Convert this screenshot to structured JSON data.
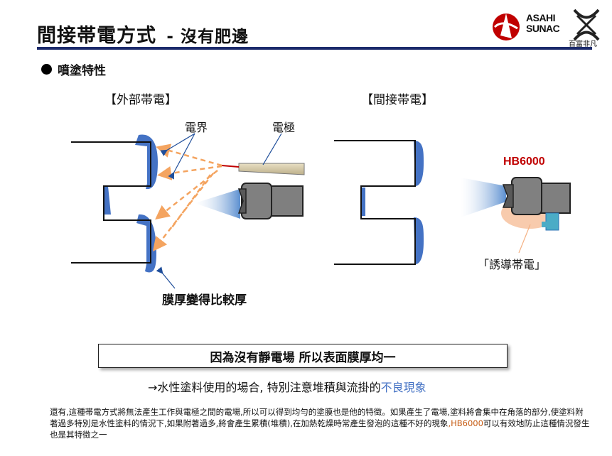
{
  "header": {
    "title": "間接帯電方式",
    "subtitle": "- 沒有肥邊"
  },
  "logo": {
    "line1": "ASAHI",
    "line2": "SUNAC",
    "tagline": "百富非凡"
  },
  "section": {
    "bullet": "噴塗特性"
  },
  "left_panel": {
    "heading": "【外部帯電】",
    "field_label": "電界",
    "electrode_label": "電極",
    "thickness_label": "膜厚變得比較厚"
  },
  "right_panel": {
    "heading": "【間接帯電】",
    "product_label": "HB6000",
    "induction_label": "「誘導帯電」"
  },
  "summary_box": "因為沒有靜電場 所以表面膜厚均一",
  "arrow_note": {
    "prefix": "→水性塗料使用的場合, 特別注意堆積與流掛的",
    "highlight": "不良現象"
  },
  "footnote": {
    "part1": "還有,這種帯電方式將無法產生工作與電極之間的電場,所以可以得到均勻的塗膜也是他的特徵。如果產生了電場,塗料將會集中在角落的部分,使塗料附著過多特別是水性塗料的情況下,如果附著過多,將會產生累積(堆積),在加熱乾燥時常產生發泡的這種不好的現象",
    "part2": ",HB6000",
    "part3": "可以有效地防止這種情況發生也是其特徵之一"
  },
  "colors": {
    "title_rule": "#1b2a6b",
    "coating": "#4472c4",
    "field_arrows": "#f4a460",
    "spray": "#9dc3e6",
    "gun_body": "#595959",
    "highlight_blue": "#4472c4",
    "product_red": "#c00000"
  }
}
